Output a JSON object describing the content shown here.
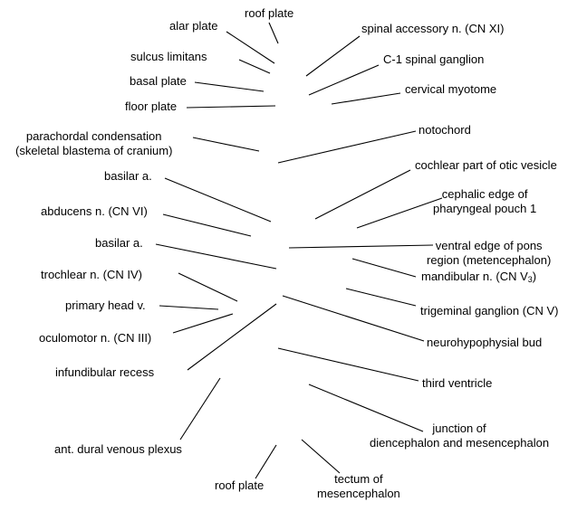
{
  "labels": {
    "roof_plate_top": "roof plate",
    "alar_plate": "alar plate",
    "sulcus_limitans": "sulcus limitans",
    "basal_plate": "basal plate",
    "floor_plate": "floor plate",
    "parachordal_1": "parachordal condensation",
    "parachordal_2": "(skeletal blastema of cranium)",
    "basilar_a_1": "basilar a.",
    "abducens": "abducens n. (CN VI)",
    "basilar_a_2": "basilar a.",
    "trochlear": "trochlear n. (CN IV)",
    "primary_head_v": "primary head v.",
    "oculomotor": "oculomotor n. (CN III)",
    "infundibular_recess": "infundibular recess",
    "ant_dural": "ant. dural venous plexus",
    "roof_plate_bottom": "roof plate",
    "spinal_accessory": "spinal accessory n. (CN XI)",
    "c1_ganglion": "C-1 spinal ganglion",
    "cervical_myotome": "cervical myotome",
    "notochord": "notochord",
    "cochlear": "cochlear part of otic vesicle",
    "cephalic_1": "cephalic edge of",
    "cephalic_2": "pharyngeal pouch 1",
    "ventral_pons_1": "ventral edge of pons",
    "ventral_pons_2": "region (metencephalon)",
    "mandibular": "mandibular n. (CN V",
    "mandibular_sub": "3",
    "mandibular_close": ")",
    "trigeminal": "trigeminal ganglion (CN V)",
    "neurohypophysial": "neurohypophysial bud",
    "third_ventricle": "third ventricle",
    "junction_1": "junction of",
    "junction_2": "diencephalon and mesencephalon",
    "tectum_1": "tectum of",
    "tectum_2": "mesencephalon"
  },
  "colors": {
    "text": "#000000",
    "leader": "#000000",
    "background": "#ffffff"
  }
}
